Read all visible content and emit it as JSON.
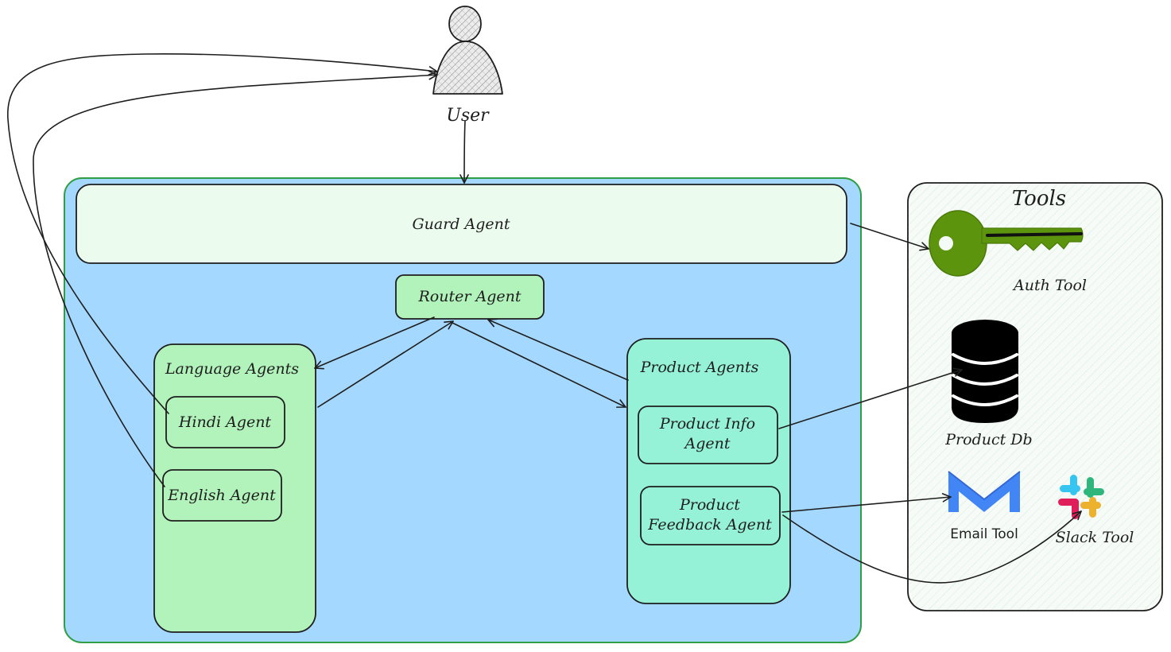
{
  "user": {
    "label": "User"
  },
  "system": {
    "guard_agent": "Guard Agent",
    "router_agent": "Router Agent",
    "language_group": {
      "title": "Language Agents",
      "agents": [
        "Hindi Agent",
        "English Agent"
      ]
    },
    "product_group": {
      "title": "Product Agents",
      "agents": [
        {
          "line1": "Product Info",
          "line2": "Agent"
        },
        {
          "line1": "Product",
          "line2": "Feedback Agent"
        }
      ]
    }
  },
  "tools": {
    "title": "Tools",
    "auth": "Auth Tool",
    "db": "Product Db",
    "email": "Email Tool",
    "slack": "Slack Tool"
  },
  "colors": {
    "system_fill": "#a5d8ff",
    "system_stroke": "#2f9e44",
    "guard_fill": "#ebfbee",
    "router_fill": "#b2f2bb",
    "language_fill": "#b2f2bb",
    "product_fill": "#96f2d7",
    "tools_fill": "#f4faf6",
    "key": "#5c940d",
    "gmail_blue": "#4285f4",
    "stroke": "#1e1e1e"
  },
  "icons": [
    "person-icon",
    "key-icon",
    "database-icon",
    "gmail-icon",
    "slack-icon"
  ]
}
